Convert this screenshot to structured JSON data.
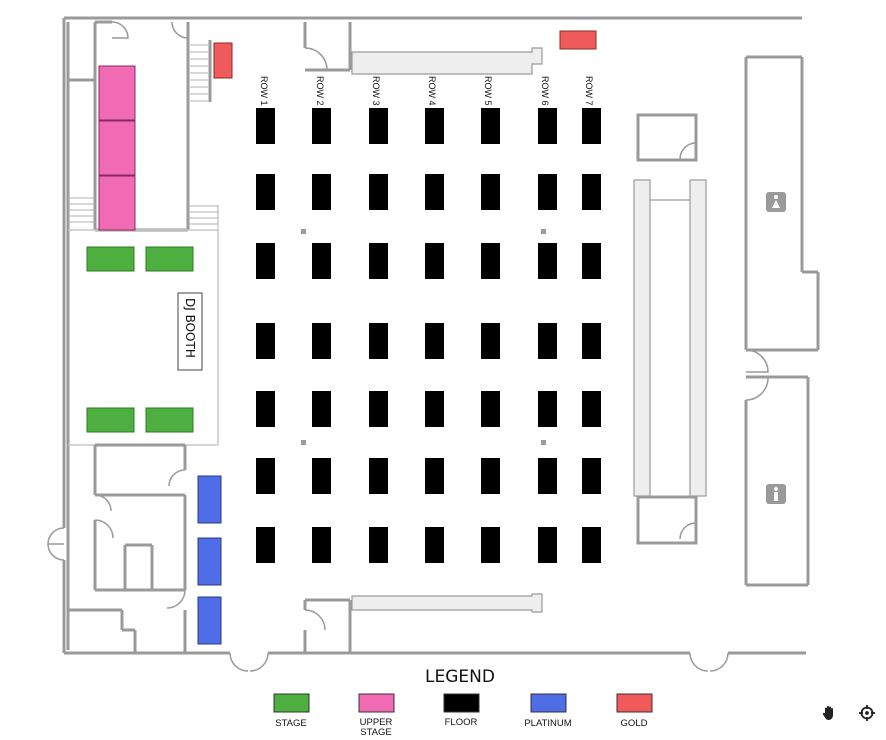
{
  "venue": {
    "dj_booth_label": "DJ BOOTH",
    "row_labels": [
      "ROW 1",
      "ROW 2",
      "ROW 3",
      "ROW 4",
      "ROW 5",
      "ROW 6",
      "ROW 7"
    ]
  },
  "sections": {
    "stage": {
      "color": "#4caf3f",
      "tables": 4
    },
    "upper_stage": {
      "color": "#f06ab4",
      "tables": 3
    },
    "floor": {
      "color": "#000000",
      "rows": 7,
      "tables_per_row": 7
    },
    "platinum": {
      "color": "#4f6de6",
      "tables": 3
    },
    "gold": {
      "color": "#f05a5a",
      "tables": 2
    }
  },
  "restroom_icons": [
    "restroom-women-icon",
    "restroom-men-icon"
  ],
  "legend": {
    "title": "LEGEND",
    "items": [
      {
        "label": "STAGE",
        "color": "#4caf3f"
      },
      {
        "label": "UPPER\nSTAGE",
        "color": "#f06ab4"
      },
      {
        "label": "FLOOR",
        "color": "#000000"
      },
      {
        "label": "PLATINUM",
        "color": "#4f6de6"
      },
      {
        "label": "GOLD",
        "color": "#f05a5a"
      }
    ]
  },
  "controls": [
    {
      "name": "pan-hand-icon"
    },
    {
      "name": "recenter-crosshair-icon"
    }
  ]
}
